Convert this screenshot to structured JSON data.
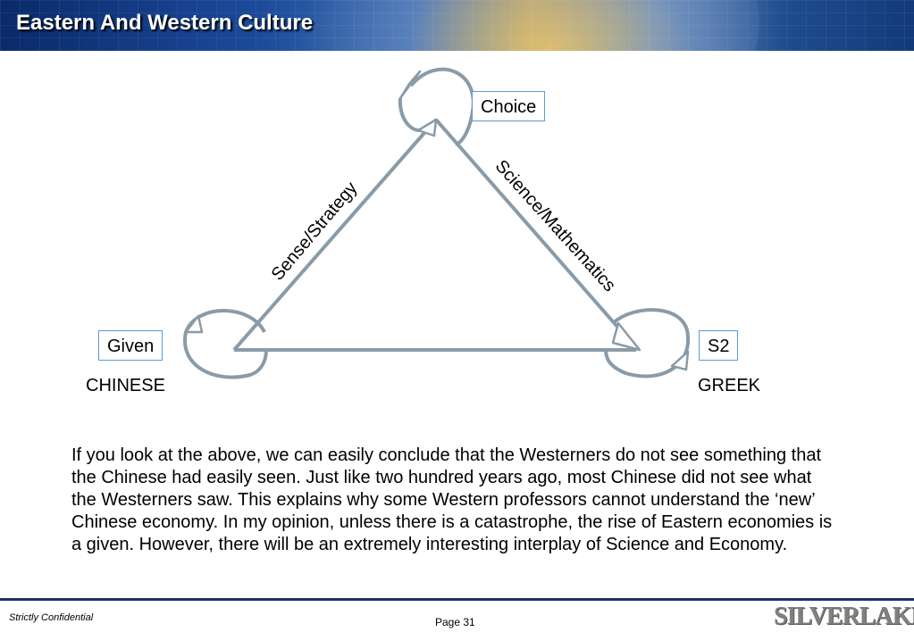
{
  "slide": {
    "title": "Eastern And Western Culture"
  },
  "diagram": {
    "nodes": {
      "top": {
        "box": "Choice"
      },
      "left": {
        "box": "Given",
        "label": "CHINESE"
      },
      "right": {
        "box": "S2",
        "label": "GREEK"
      }
    },
    "edges": {
      "left": "Sense/Strategy",
      "right": "Science/Mathematics"
    }
  },
  "body": {
    "paragraph": "If you look at the above, we can easily conclude that the Westerners do not see something that the Chinese had easily seen. Just like two hundred years ago, most Chinese did not see what the Westerners saw. This explains why some Western professors cannot understand the ‘new’ Chinese economy. In my opinion, unless there is a catastrophe, the rise of Eastern economies is a given. However, there will be an extremely interesting interplay of Science and Economy."
  },
  "footer": {
    "confidential": "Strictly Confidential",
    "page": "Page 31",
    "logo": "SILVERLAKE"
  },
  "colors": {
    "diagram_stroke": "#8a9ba8",
    "box_border": "#5b9bd5",
    "header_navy": "#0a2a6a"
  }
}
